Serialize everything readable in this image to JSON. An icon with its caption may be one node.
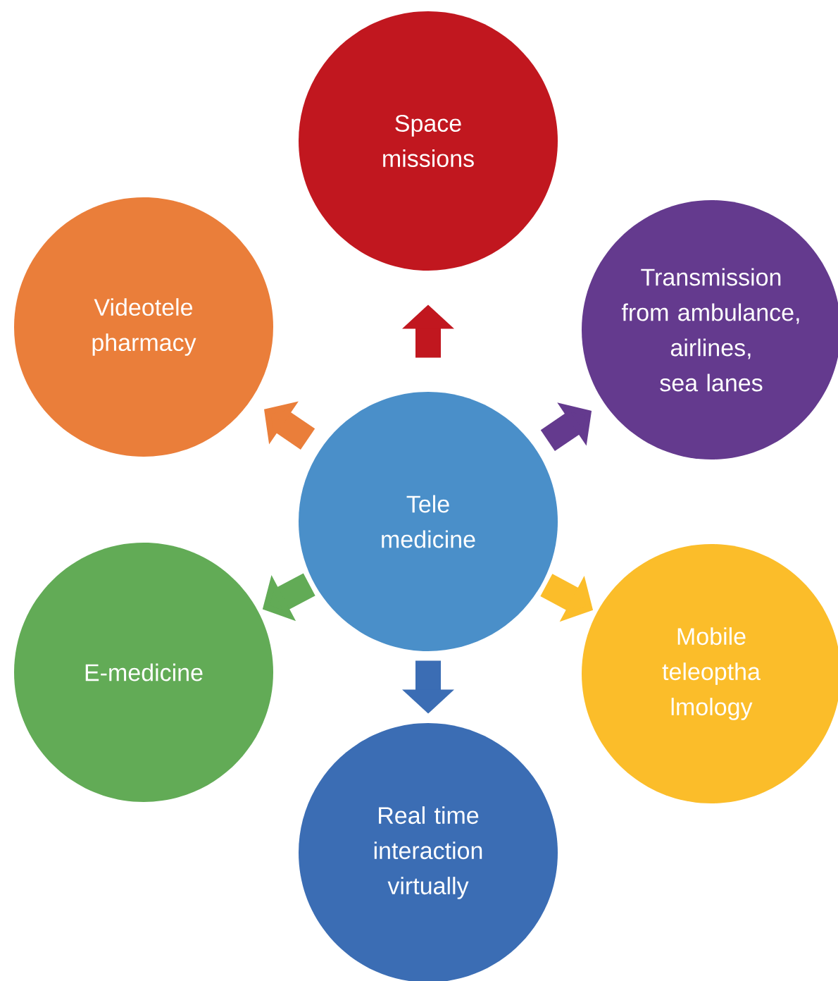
{
  "diagram": {
    "nodes": [
      {
        "text": [
          "Space missions"
        ]
      },
      {
        "text": [
          "Videotele pharmacy"
        ]
      },
      {
        "text": [
          "Transmission from ambulance, airlines, sea lanes"
        ]
      },
      {
        "text": [
          "Tele medicine"
        ]
      },
      {
        "text": [
          "E-medicine"
        ]
      },
      {
        "text": [
          "Mobile teleoptha lmology"
        ]
      },
      {
        "text": [
          "Real time interaction virtually"
        ]
      }
    ],
    "edges": [
      {
        "from": 3,
        "to": 0,
        "arrow": "to",
        "color": "#c1171f"
      },
      {
        "from": 3,
        "to": 1,
        "arrow": "to",
        "color": "#ea7e3a"
      },
      {
        "from": 3,
        "to": 2,
        "arrow": "to",
        "color": "#643a8e"
      },
      {
        "from": 3,
        "to": 4,
        "arrow": "to",
        "color": "#62ab56"
      },
      {
        "from": 3,
        "to": 5,
        "arrow": "to",
        "color": "#fbbd2a"
      },
      {
        "from": 3,
        "to": 6,
        "arrow": "to",
        "color": "#3b6db4"
      }
    ]
  }
}
